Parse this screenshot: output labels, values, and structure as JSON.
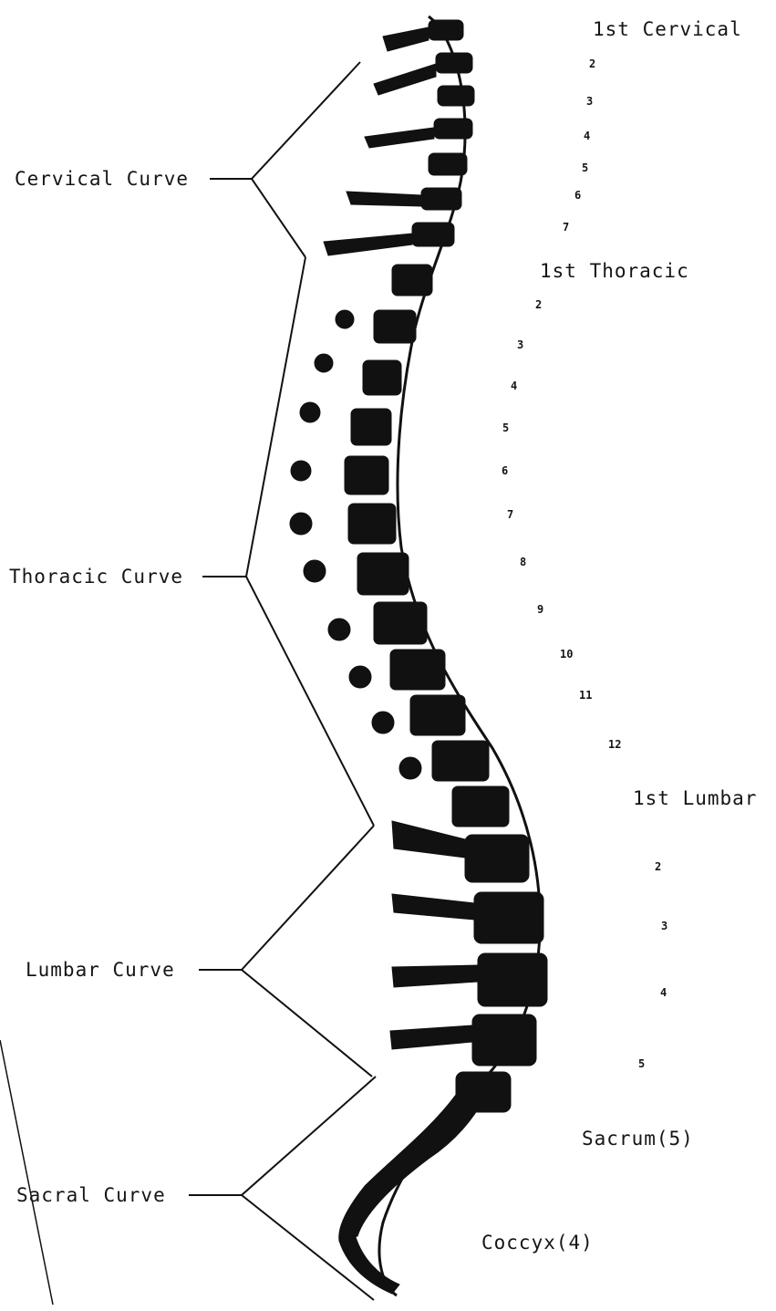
{
  "curves": {
    "cervical": "Cervical Curve",
    "thoracic": "Thoracic Curve",
    "lumbar": "Lumbar Curve",
    "sacral": "Sacral Curve"
  },
  "vertebrae": {
    "cervical_first": "1st Cervical",
    "cervical_numbers": [
      "2",
      "3",
      "4",
      "5",
      "6",
      "7"
    ],
    "thoracic_first": "1st Thoracic",
    "thoracic_numbers": [
      "2",
      "3",
      "4",
      "5",
      "6",
      "7",
      "8",
      "9",
      "10",
      "11",
      "12"
    ],
    "lumbar_first": "1st Lumbar",
    "lumbar_numbers": [
      "2",
      "3",
      "4",
      "5"
    ],
    "sacrum": "Sacrum(5)",
    "coccyx": "Coccyx(4)"
  }
}
